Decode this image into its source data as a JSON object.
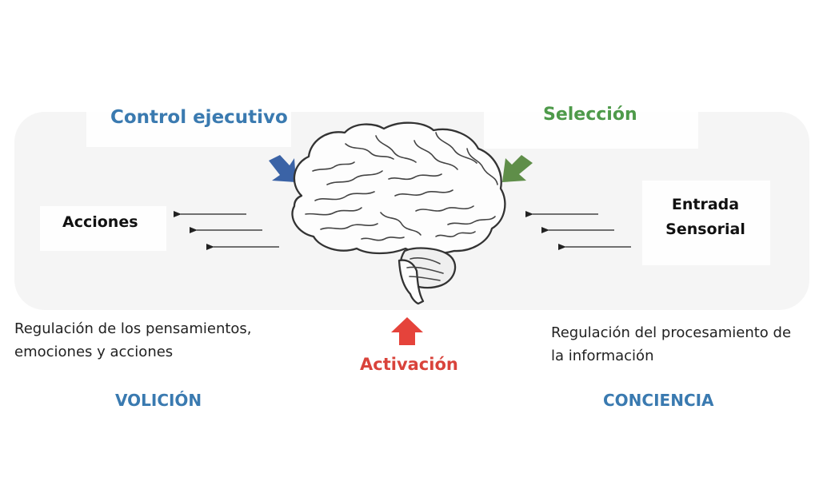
{
  "diagram": {
    "top_left_label": "Control ejecutivo",
    "top_right_label": "Selección",
    "left_box_label": "Acciones",
    "right_box_label": "Entrada Sensorial",
    "bottom_center_label": "Activación",
    "left_description": "Regulación de los pensamientos, emociones y acciones",
    "right_description": "Regulación del procesamiento de la información",
    "left_footer": "VOLICIÓN",
    "right_footer": "CONCIENCIA"
  },
  "colors": {
    "blue": "#3a7ab0",
    "green": "#4e9a4a",
    "red": "#d9433b",
    "arrow_dark_blue": "#3b63a6",
    "arrow_green": "#5f8e49",
    "arrow_red": "#e5433b"
  },
  "icons": {
    "brain": "brain-icon"
  }
}
